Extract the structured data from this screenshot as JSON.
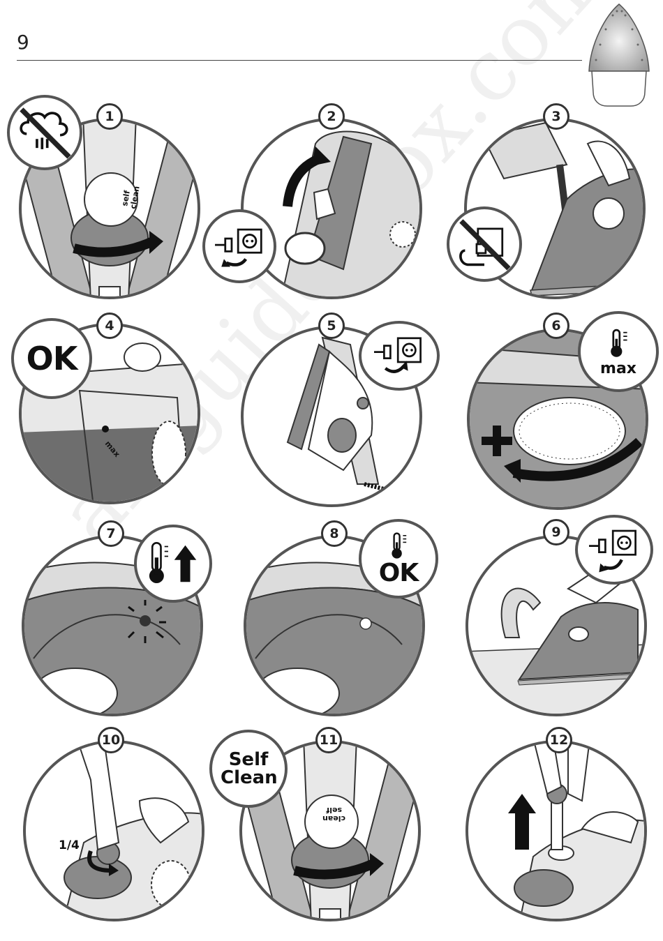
{
  "header": {
    "page_number": "9"
  },
  "watermark": "all-guidesbox.com",
  "steps": [
    {
      "number": "1",
      "dial_text": "self clean"
    },
    {
      "number": "2"
    },
    {
      "number": "3"
    },
    {
      "number": "4",
      "callout": "OK",
      "level_mark": "max"
    },
    {
      "number": "5"
    },
    {
      "number": "6",
      "callout": "max",
      "plus": "+"
    },
    {
      "number": "7"
    },
    {
      "number": "8",
      "callout": "OK"
    },
    {
      "number": "9"
    },
    {
      "number": "10",
      "turn_label": "1/4"
    },
    {
      "number": "11",
      "callout": "Self Clean",
      "dial_text": "self clean"
    },
    {
      "number": "12"
    }
  ],
  "icons": {
    "no_steam": "no-steam-icon",
    "unplugged": "unplug-icon",
    "plugged": "plug-in-icon",
    "thermometer": "thermometer-icon",
    "arrow": "curved-arrow-icon"
  },
  "colors": {
    "line": "#333333",
    "grey_dark": "#8a8a8a",
    "grey_mid": "#b8b8b8",
    "grey_light": "#dcdcdc"
  }
}
